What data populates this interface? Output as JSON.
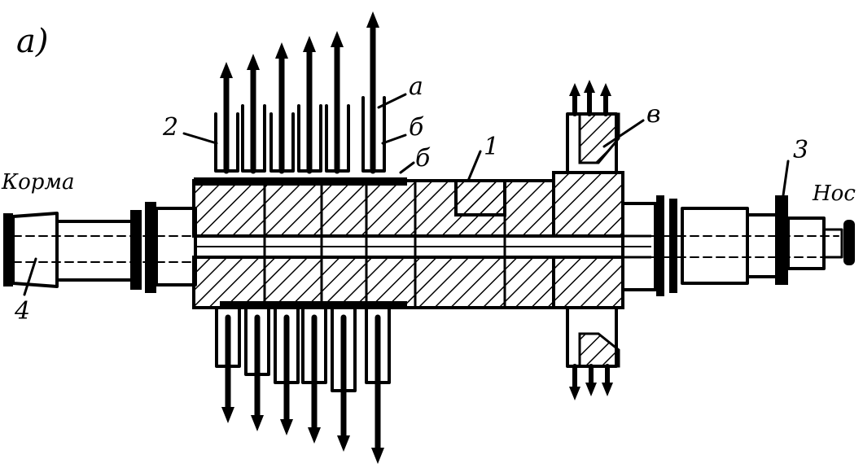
{
  "figure": {
    "panel_label": "a)",
    "labels": {
      "stern": "Корма",
      "bow": "Нос",
      "num_1": "1",
      "num_2": "2",
      "num_3": "3",
      "num_4": "4",
      "letter_a": "a",
      "letter_b1": "б",
      "letter_b2": "б",
      "letter_v": "в"
    },
    "colors": {
      "ink": "#000000",
      "paper": "#ffffff"
    }
  }
}
